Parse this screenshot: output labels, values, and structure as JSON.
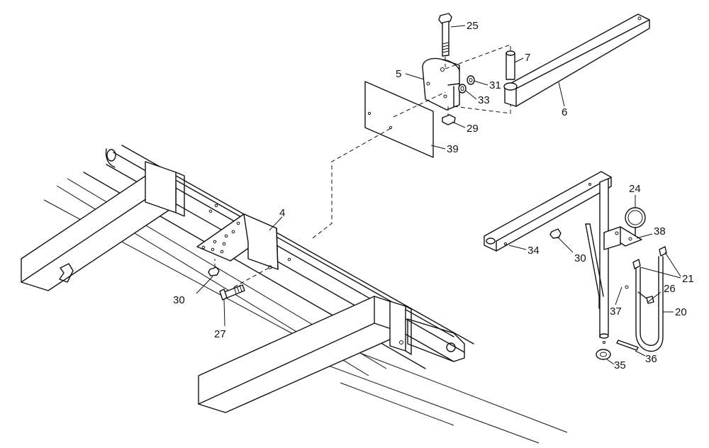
{
  "callouts": {
    "c25": "25",
    "c7": "7",
    "c5": "5",
    "c31": "31",
    "c33": "33",
    "c6": "6",
    "c29": "29",
    "c39": "39",
    "c4": "4",
    "c30a": "30",
    "c27": "27",
    "c24": "24",
    "c38": "38",
    "c34": "34",
    "c30b": "30",
    "c21": "21",
    "c26": "26",
    "c37": "37",
    "c20": "20",
    "c35": "35",
    "c36": "36"
  },
  "colors": {
    "line": "#111111",
    "background": "#ffffff"
  }
}
